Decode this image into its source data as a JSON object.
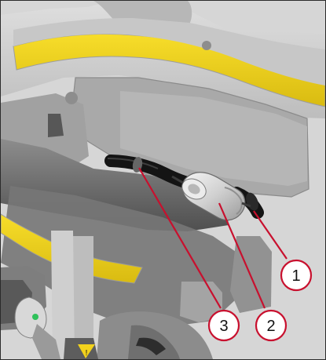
{
  "figure": {
    "callouts": [
      {
        "label": "1",
        "color": "#c8102e"
      },
      {
        "label": "2",
        "color": "#c8102e"
      },
      {
        "label": "3",
        "color": "#c8102e"
      }
    ],
    "colors": {
      "accent_yellow": "#f2d21c",
      "frame": "#2b2b2b",
      "background_gray": "#cfcfcf",
      "hose_black": "#141414",
      "filter_body": "#d9d9d9"
    },
    "icons": {
      "engine": "engine-assembly-icon",
      "filter": "fuel-filter-icon",
      "clamp": "hose-clamp-icon",
      "hose": "fuel-hose-icon",
      "warning": "warning-label-icon"
    }
  }
}
